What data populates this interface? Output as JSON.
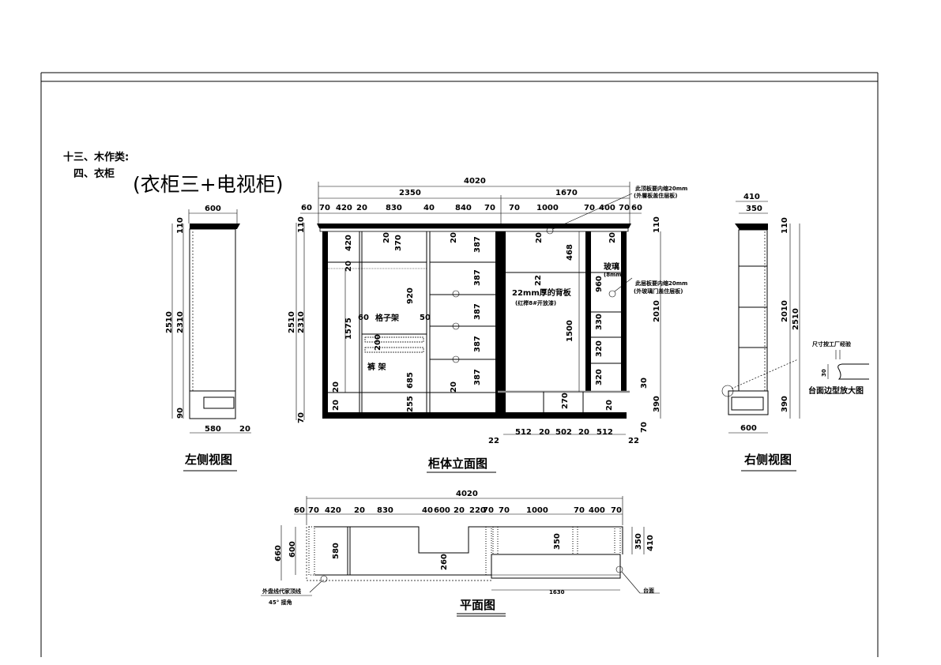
{
  "header": {
    "section": "十三、木作类:",
    "subsection": "四、衣柜",
    "title": "(衣柜三+电视柜)"
  },
  "elevation": {
    "title": "柜体立面图",
    "total": "4020",
    "left_width": "2350",
    "right_width": "1670",
    "dims_top": [
      "60",
      "70",
      "420",
      "20",
      "830",
      "40",
      "840",
      "70",
      "70",
      "1000",
      "70",
      "400",
      "70",
      "60"
    ],
    "dims_left": [
      "110",
      "2510",
      "2310",
      "70"
    ],
    "dims_interior": [
      "20",
      "370",
      "420",
      "20",
      "920",
      "1575",
      "200",
      "685",
      "255",
      "20",
      "20",
      "387",
      "387",
      "387",
      "387",
      "387",
      "20",
      "20",
      "20",
      "468",
      "22",
      "1500",
      "270",
      "20",
      "960",
      "330",
      "320",
      "320",
      "20"
    ],
    "dims_right": [
      "110",
      "2010",
      "30",
      "390",
      "70"
    ],
    "dims_bottom": [
      "22",
      "512",
      "20",
      "502",
      "20",
      "512",
      "22"
    ],
    "labels": {
      "gap_left": "60",
      "grid_rack": "格子架",
      "gap_right": "50",
      "trouser_rack": "裤 架",
      "back_panel": "22mm厚的背板",
      "back_panel_finish": "(红榉8#开放漆)",
      "glass": "玻璃",
      "glass_thickness": "(8mm)"
    },
    "notes": [
      {
        "line1": "此顶板要内缩20mm",
        "line2": "(外層板盖住层板)"
      },
      {
        "line1": "此层板要内缩20mm",
        "line2": "(外玻璃门盖住层板)"
      }
    ]
  },
  "left_view": {
    "title": "左侧视图",
    "dims": [
      "600",
      "580",
      "20",
      "110",
      "2510",
      "2310",
      "90"
    ]
  },
  "right_view": {
    "title": "右侧视图",
    "dims": [
      "410",
      "350",
      "110",
      "2010",
      "2510",
      "390",
      "600"
    ]
  },
  "detail": {
    "note": "尺寸按工厂经验",
    "dim": "30",
    "title": "台面边型放大图"
  },
  "plan": {
    "title": "平面图",
    "total": "4020",
    "dims_top": [
      "60",
      "70",
      "420",
      "20",
      "830",
      "40",
      "600",
      "20",
      "220",
      "70",
      "70",
      "1000",
      "70",
      "400",
      "70"
    ],
    "dims_other": [
      "660",
      "600",
      "580",
      "260",
      "350",
      "350",
      "410",
      "1630"
    ],
    "labels": {
      "crown_note": "外盘线代家顶线",
      "miter_note": "45° 接角",
      "countertop": "台面"
    }
  }
}
